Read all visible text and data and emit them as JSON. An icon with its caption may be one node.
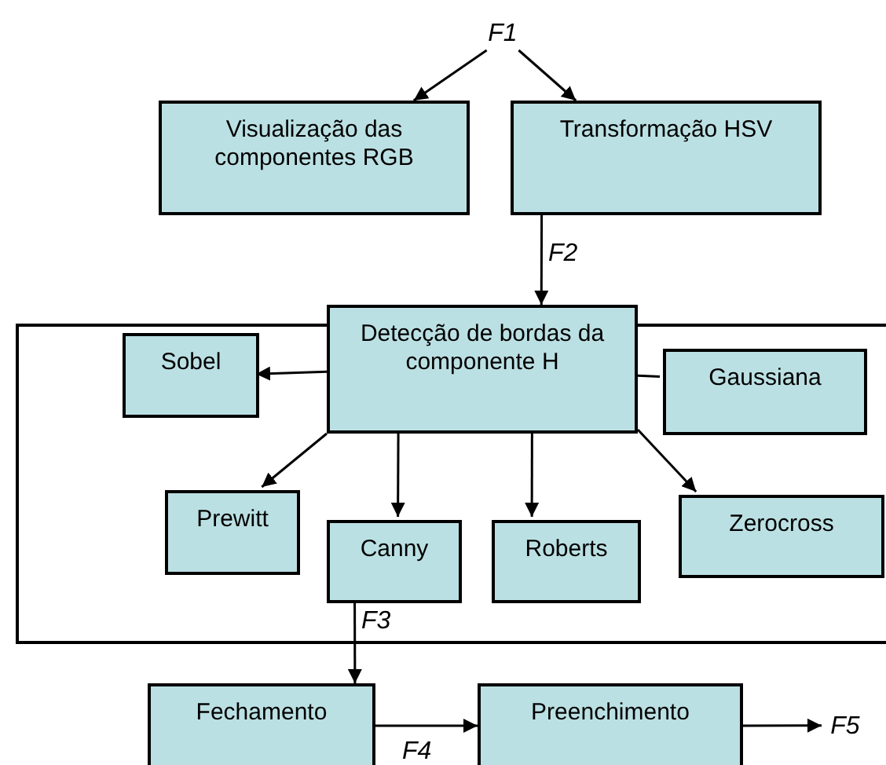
{
  "diagram": {
    "nodes": [
      {
        "text": [
          "F1"
        ]
      },
      {
        "text": [
          "Visualização das componentes RGB"
        ]
      },
      {
        "text": [
          "Transformação HSV"
        ]
      },
      {
        "text": [],
        "shape": "box"
      },
      {
        "text": [
          "Detecção de bordas da componente H"
        ]
      },
      {
        "text": [
          "Sobel"
        ],
        "in": 3
      },
      {
        "text": [
          "Gaussiana"
        ],
        "in": 3
      },
      {
        "text": [
          "Prewitt"
        ],
        "in": 3
      },
      {
        "text": [
          "Canny"
        ],
        "in": 3
      },
      {
        "text": [
          "Roberts"
        ],
        "in": 3
      },
      {
        "text": [
          "Zerocross"
        ],
        "in": 3
      },
      {
        "text": [
          "Fechamento"
        ]
      },
      {
        "text": [
          "Preenchimento"
        ]
      },
      {
        "text": [
          "F5"
        ]
      }
    ],
    "edges": [
      {
        "from": 0,
        "to": 1,
        "arrow": "to"
      },
      {
        "from": 0,
        "to": 2,
        "arrow": "to"
      },
      {
        "from": 2,
        "to": 4,
        "arrow": "to",
        "label": "F2"
      },
      {
        "from": 4,
        "to": 5,
        "arrow": "to"
      },
      {
        "from": 4,
        "to": 6,
        "arrow": "none"
      },
      {
        "from": 4,
        "to": 7,
        "arrow": "to"
      },
      {
        "from": 4,
        "to": 8,
        "arrow": "to"
      },
      {
        "from": 4,
        "to": 9,
        "arrow": "to"
      },
      {
        "from": 4,
        "to": 10,
        "arrow": "to"
      },
      {
        "from": 8,
        "to": 11,
        "arrow": "to",
        "label": "F3"
      },
      {
        "from": 11,
        "to": 12,
        "arrow": "to",
        "label": "F4"
      },
      {
        "from": 12,
        "to": 13,
        "arrow": "to"
      }
    ]
  }
}
